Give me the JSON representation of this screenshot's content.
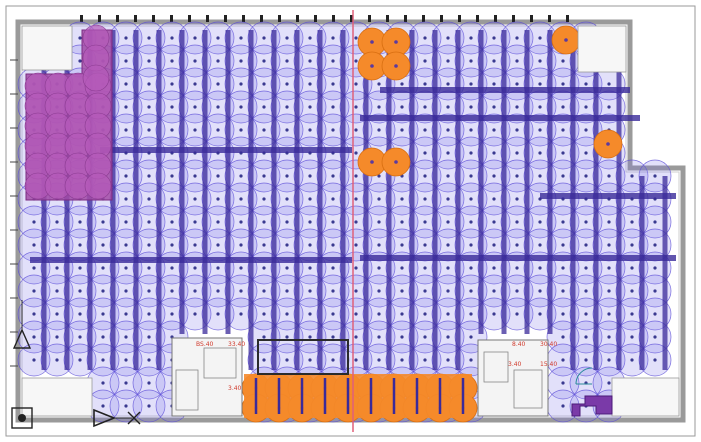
{
  "drawing": {
    "colors": {
      "background": "#ffffff",
      "wall": "#8a8a8a",
      "wall_dark": "#2b2b2b",
      "coverage": "#5a4bd6",
      "coverage_fill": "#7d73e6",
      "branch": "#3a2a9a",
      "orange": "#f58a2a",
      "magenta": "#a24aa6",
      "red_line": "#e0607a",
      "room_label": "#d0392b"
    },
    "room_labels": [
      "BS.40",
      "33.40",
      "3.40",
      "30.40",
      "8.40",
      "3.40",
      "15.40"
    ],
    "icons": [
      "north-arrow-icon",
      "grid-bubble-icon",
      "section-arrow-icon",
      "door-swing-icon"
    ]
  }
}
